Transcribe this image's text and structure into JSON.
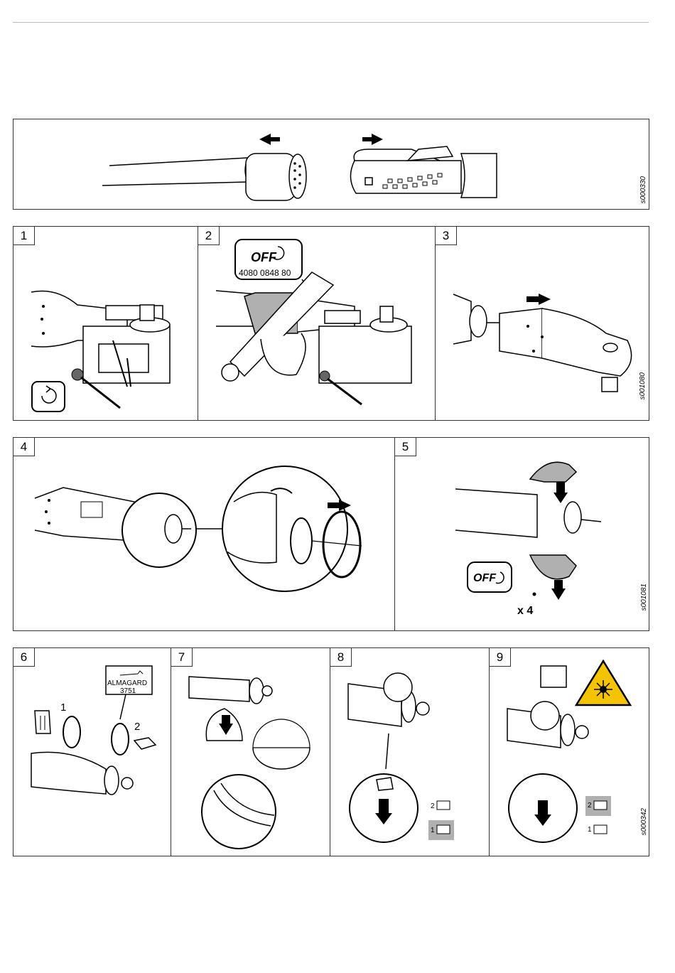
{
  "codes": {
    "top": "s000330",
    "row1": "s001080",
    "row2": "s001081",
    "row3": "s000342"
  },
  "steps": [
    "1",
    "2",
    "3",
    "4",
    "5",
    "6",
    "7",
    "8",
    "9"
  ],
  "labels": {
    "off": "OFF",
    "part_number": "4080 0848 80",
    "screw_count": "x 4",
    "lubricant_name": "ALMAGARD",
    "lubricant_code": "3751",
    "callout_1": "1",
    "callout_2": "2",
    "option_2": "2",
    "option_1": "1"
  },
  "colors": {
    "band_gray": "#b0b0b0",
    "warning_yellow": "#f5c400",
    "stroke": "#000000"
  }
}
